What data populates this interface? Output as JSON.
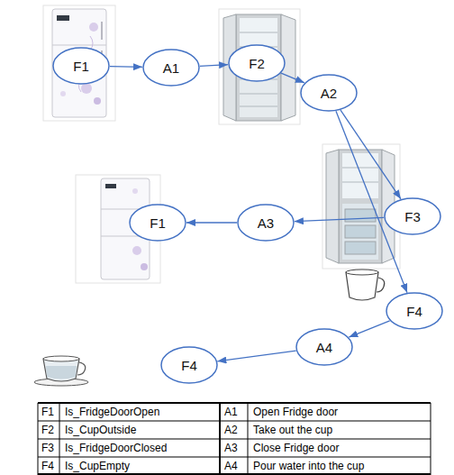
{
  "diagram": {
    "nodes": [
      {
        "text": [
          "F1"
        ]
      },
      {
        "text": [
          "A1"
        ]
      },
      {
        "text": [
          "F2"
        ]
      },
      {
        "text": [
          "A2"
        ]
      },
      {
        "text": [
          "F3"
        ]
      },
      {
        "text": [
          "F1"
        ]
      },
      {
        "text": [
          "A3"
        ]
      },
      {
        "text": [
          "F4"
        ]
      },
      {
        "text": [
          "A4"
        ]
      },
      {
        "text": [
          "F4"
        ]
      }
    ],
    "edges": [
      {
        "from": 0,
        "to": 1,
        "arrow": "to"
      },
      {
        "from": 1,
        "to": 2,
        "arrow": "to"
      },
      {
        "from": 2,
        "to": 3,
        "arrow": "to"
      },
      {
        "from": 3,
        "to": 4,
        "arrow": "to"
      },
      {
        "from": 3,
        "to": 7,
        "arrow": "to"
      },
      {
        "from": 4,
        "to": 6,
        "arrow": "to"
      },
      {
        "from": 6,
        "to": 5,
        "arrow": "to"
      },
      {
        "from": 7,
        "to": 8,
        "arrow": "to"
      },
      {
        "from": 8,
        "to": 9,
        "arrow": "to"
      }
    ],
    "labels": [
      "F1",
      "Is_FridgeDoorOpen",
      "A1",
      "Open Fridge door",
      "F2",
      "Is_CupOutside",
      "A2",
      "Take out the cup",
      "F3",
      "Is_FridgeDoorClosed",
      "A3",
      "Close Fridge door",
      "F4",
      "Is_CupEmpty",
      "A4",
      "Pour water into the cup"
    ]
  }
}
